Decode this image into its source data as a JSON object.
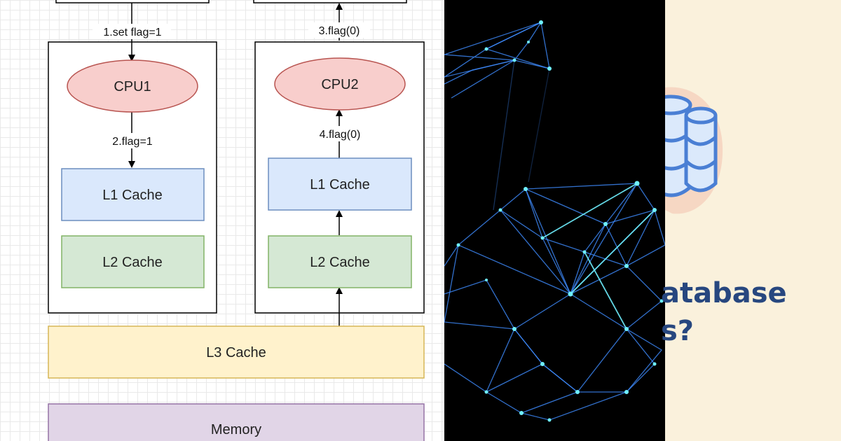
{
  "diagram": {
    "nodes": {
      "cpu1": "CPU1",
      "cpu2": "CPU2",
      "l1_left": "L1 Cache",
      "l2_left": "L2 Cache",
      "l1_right": "L1 Cache",
      "l2_right": "L2 Cache",
      "l3": "L3 Cache",
      "memory": "Memory"
    },
    "edges": {
      "set_flag": "1.set flag=1",
      "flag1": "2.flag=1",
      "flag0_top": "3.flag(0)",
      "flag0_mid": "4.flag(0)"
    },
    "colors": {
      "cpu_fill": "#f8cecc",
      "cpu_stroke": "#b85450",
      "l1_fill": "#dae8fc",
      "l1_stroke": "#6c8ebf",
      "l2_fill": "#d5e8d4",
      "l2_stroke": "#82b366",
      "l3_fill": "#fff2cc",
      "l3_stroke": "#d6b656",
      "memory_fill": "#e1d5e7",
      "memory_stroke": "#9673a6"
    }
  },
  "network_image": {
    "icon": "network-mesh-graphic",
    "colors": {
      "background": "#000000",
      "lines": "#3f8cff",
      "nodes": "#6ff0ff"
    }
  },
  "database_card": {
    "icon": "database-stack-icon",
    "title_line1": "atabase",
    "title_line2": "s?",
    "colors": {
      "background": "#faf1dc",
      "text": "#27477f",
      "icon": "#4a7fd4",
      "blob": "#f6d7c3"
    }
  }
}
